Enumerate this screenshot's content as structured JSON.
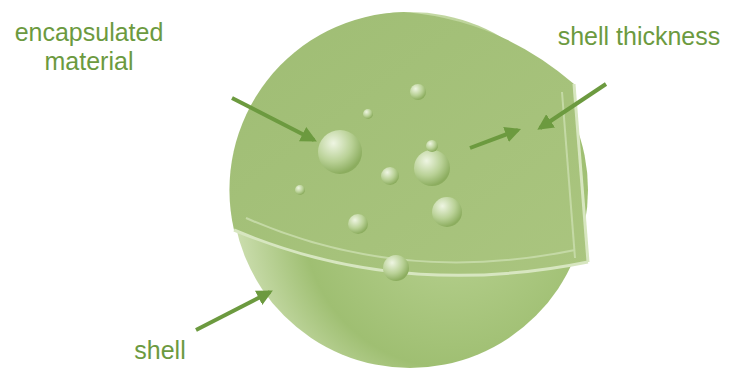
{
  "diagram": {
    "labels": [
      "encapsulated material",
      "shell thickness",
      "shell"
    ]
  }
}
